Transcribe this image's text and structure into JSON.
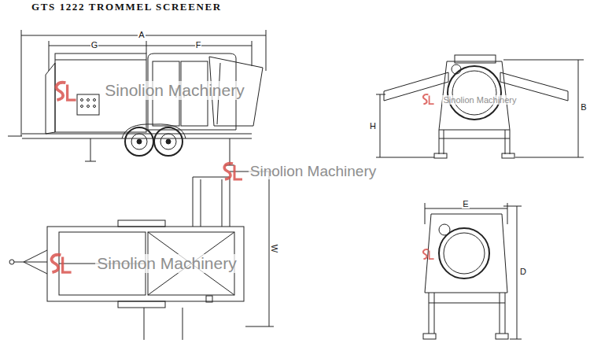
{
  "diagram": {
    "title": "GTS 1222 TROMMEL SCREENER",
    "labels": [
      "A",
      "G",
      "F",
      "H",
      "B",
      "W",
      "E",
      "D",
      "Sinolion Machinery",
      "Sinolion Machinery",
      "Sinolion Machinery",
      "Sinolion Machinery"
    ]
  }
}
